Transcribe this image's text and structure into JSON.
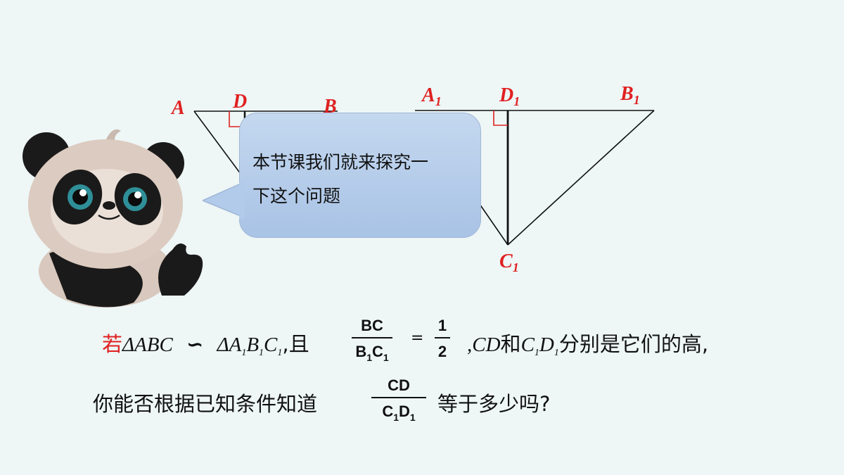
{
  "figure": {
    "labels": {
      "A": "A",
      "D": "D",
      "B": "B",
      "A1": "A",
      "A1_sub": "1",
      "D1": "D",
      "D1_sub": "1",
      "B1": "B",
      "B1_sub": "1",
      "C1": "C",
      "C1_sub": "1"
    },
    "colors": {
      "label": "#e02020",
      "line": "#111111",
      "right_angle": "#e02020"
    }
  },
  "bubble": {
    "line1": "本节课我们就来探究一",
    "line2": "下这个问题"
  },
  "question": {
    "ruo": "若",
    "tri1": "ΔABC",
    "similar": "∽",
    "tri2_a": "ΔA",
    "tri2_b": "B",
    "tri2_c": "C",
    "sub1": "1",
    "and": ",且",
    "ratio_num": "BC",
    "ratio_den_b": "B",
    "ratio_den_c": "C",
    "equals": "=",
    "half_num": "1",
    "half_den": "2",
    "cd": ",CD",
    "he": "和",
    "c": "C",
    "d": "D",
    "rest": "分别是它们的高,",
    "line2_text": "你能否根据已知条件知道",
    "frac2_num": "CD",
    "frac2_den_c": "C",
    "frac2_den_d": "D",
    "tail": "等于多少吗?"
  }
}
